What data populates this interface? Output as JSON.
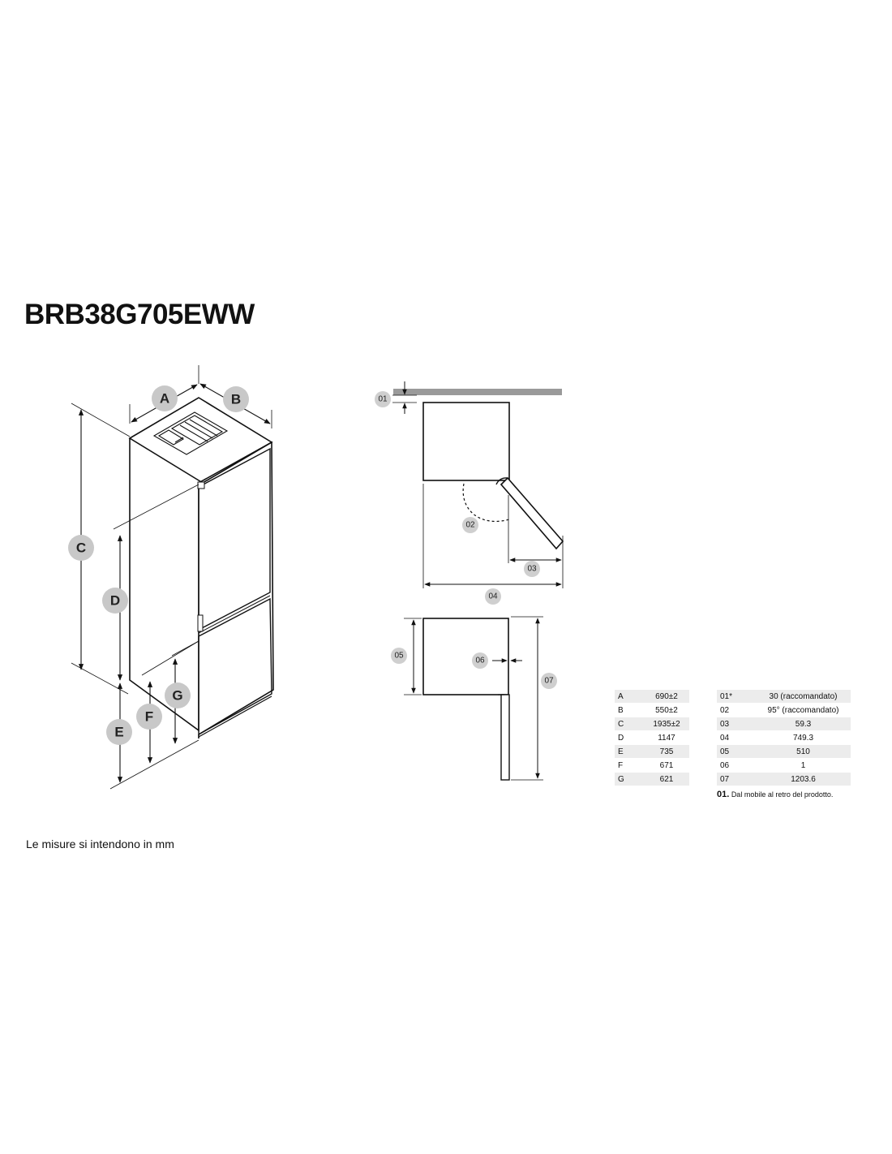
{
  "model": "BRB38G705EWW",
  "footnote": "Le misure si intendono in mm",
  "labels": {
    "A": "A",
    "B": "B",
    "C": "C",
    "D": "D",
    "E": "E",
    "F": "F",
    "G": "G",
    "n01": "01",
    "n02": "02",
    "n03": "03",
    "n04": "04",
    "n05": "05",
    "n06": "06",
    "n07": "07"
  },
  "table_left": [
    {
      "key": "A",
      "value": "690±2"
    },
    {
      "key": "B",
      "value": "550±2"
    },
    {
      "key": "C",
      "value": "1935±2"
    },
    {
      "key": "D",
      "value": "1147"
    },
    {
      "key": "E",
      "value": "735"
    },
    {
      "key": "F",
      "value": "671"
    },
    {
      "key": "G",
      "value": "621"
    }
  ],
  "table_right": [
    {
      "key": "01*",
      "value": "30 (raccomandato)"
    },
    {
      "key": "02",
      "value": "95° (raccomandato)"
    },
    {
      "key": "03",
      "value": "59.3"
    },
    {
      "key": "04",
      "value": "749.3"
    },
    {
      "key": "05",
      "value": "510"
    },
    {
      "key": "06",
      "value": "1"
    },
    {
      "key": "07",
      "value": "1203.6"
    }
  ],
  "note": {
    "number": "01.",
    "text": "Dal mobile al retro del prodotto."
  },
  "colors": {
    "badge": "#c8c8c8",
    "wall": "#9a9a9a",
    "line": "#111111"
  }
}
